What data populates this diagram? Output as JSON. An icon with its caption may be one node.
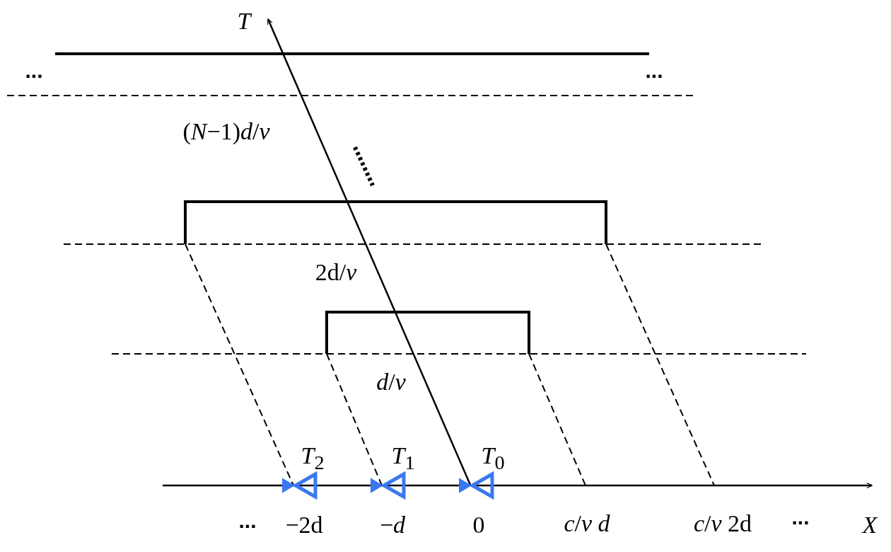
{
  "diagram": {
    "labels": [
      "*T*",
      "...",
      "...",
      "(*N*−1)*d*/*v*",
      "2d/*v*",
      "*d*/*v*",
      "*T*$_{2}$",
      "*T*$_{1}$",
      "*T*$_{0}$",
      "...",
      "−2d",
      "−*d*",
      "0",
      "*c*/*v* *d*",
      "*c*/*v* 2d",
      "...",
      "*X*"
    ]
  }
}
